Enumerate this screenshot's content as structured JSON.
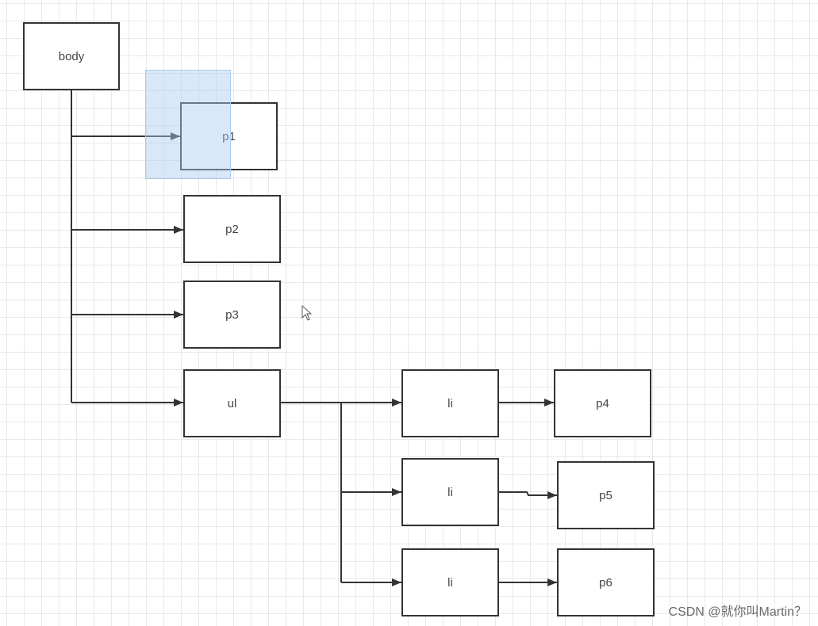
{
  "nodes": {
    "body": "body",
    "p1": "p1",
    "p2": "p2",
    "p3": "p3",
    "ul": "ul",
    "li1": "li",
    "li2": "li",
    "li3": "li",
    "p4": "p4",
    "p5": "p5",
    "p6": "p6"
  },
  "edges": [
    [
      "body",
      "p1"
    ],
    [
      "body",
      "p2"
    ],
    [
      "body",
      "p3"
    ],
    [
      "body",
      "ul"
    ],
    [
      "ul",
      "li1"
    ],
    [
      "ul",
      "li2"
    ],
    [
      "ul",
      "li3"
    ],
    [
      "li1",
      "p4"
    ],
    [
      "li2",
      "p5"
    ],
    [
      "li3",
      "p6"
    ]
  ],
  "selected_node": "p1",
  "colors": {
    "line": "#333333",
    "selection": "#aacdf0",
    "grid": "#e9e9e9"
  },
  "watermark": "CSDN @就你叫Martin？"
}
